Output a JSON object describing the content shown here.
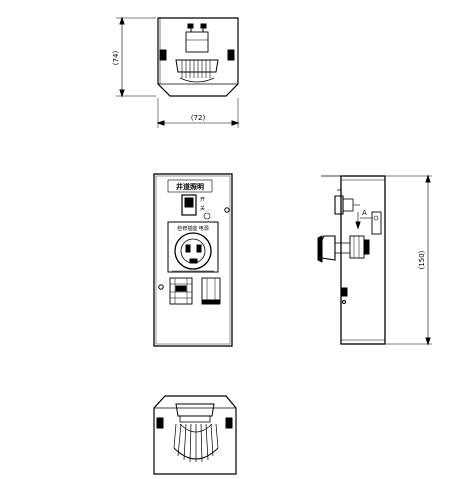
{
  "drawing": {
    "top_view": {
      "dim_height": "(74)",
      "dim_width": "(72)"
    },
    "front_view": {
      "plate_title": "井道照明",
      "label_open": "开",
      "label_close": "关",
      "socket_label": "检修插座 电源"
    },
    "side_view": {
      "dim_height": "(150)",
      "marker_label": "A"
    }
  }
}
